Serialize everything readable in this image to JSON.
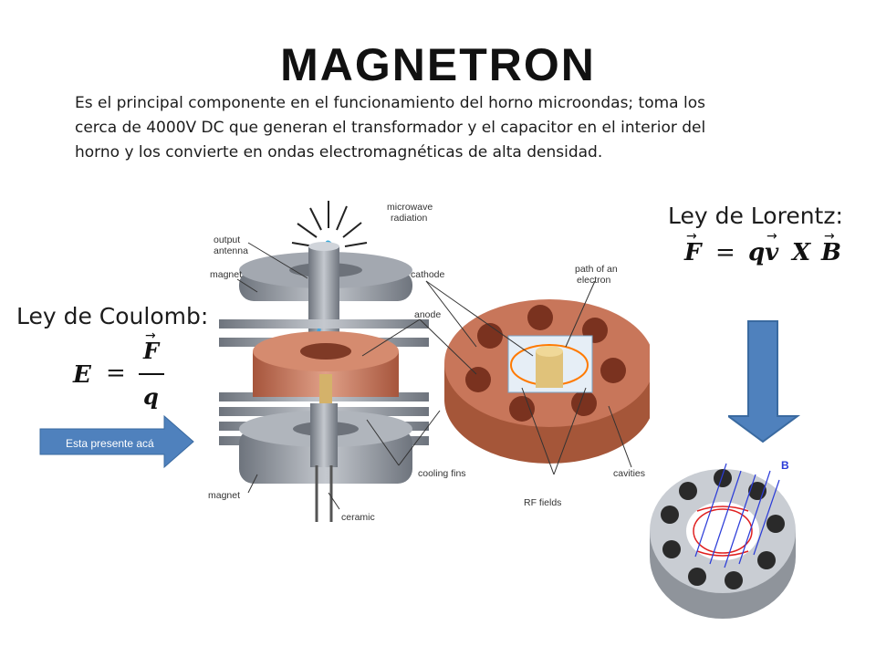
{
  "title": "MAGNETRON",
  "intro": {
    "line1": "Es el principal componente en el funcionamiento del horno microondas; toma los",
    "line2": "cerca de 4000V DC  que generan el transformador y el capacitor  en el interior del",
    "line3": "horno y los convierte  en ondas electromagnéticas de alta densidad."
  },
  "coulomb": {
    "title": "Ley de Coulomb:",
    "lhs": "E",
    "eq": "=",
    "numerator": "F",
    "denominator": "q"
  },
  "lorentz": {
    "title": "Ley de Lorentz:",
    "f": "F",
    "eq": "=",
    "qv": "qv",
    "x": "X",
    "b": "B"
  },
  "callout": {
    "label": "Esta presente acá"
  },
  "diagram": {
    "labels": {
      "microwave_1": "microwave",
      "microwave_2": "radiation",
      "output_1": "output",
      "output_2": "antenna",
      "magnet_top": "magnet",
      "cathode": "cathode",
      "path_1": "path of an",
      "path_2": "electron",
      "anode": "anode",
      "cooling": "cooling fins",
      "cavities": "cavities",
      "rf": "RF fields",
      "magnet_bottom": "magnet",
      "ceramic": "ceramic"
    },
    "b_label": "B",
    "colors": {
      "copper": "#c8765a",
      "steel": "#8a8f98",
      "arrow_blue": "#4f81bd"
    }
  }
}
